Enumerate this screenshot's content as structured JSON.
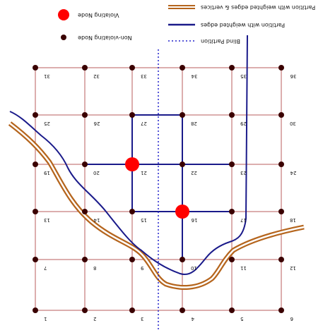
{
  "colors": {
    "grid_edge": "#b85c5c",
    "node": "#3a0000",
    "violating": "#ff0000",
    "blue_partition": "#1a1a8a",
    "orange_partition": "#b5651d",
    "blind_partition": "#2222cc"
  },
  "legend": {
    "violating_node": "Violating Node",
    "non_violating_node": "Non-violating Node",
    "weighted_edges_vertices": "Partition with weighted edges & vertices",
    "weighted_edges": "Partition with weighted edges",
    "blind_partition": "Blind Partition"
  },
  "grid": {
    "rows": [
      [
        "31",
        "32",
        "33",
        "34",
        "35",
        "36"
      ],
      [
        "25",
        "26",
        "27",
        "28",
        "29",
        "30"
      ],
      [
        "19",
        "20",
        "21",
        "22",
        "23",
        "24"
      ],
      [
        "13",
        "14",
        "15",
        "16",
        "17",
        "18"
      ],
      [
        "7",
        "8",
        "9",
        "10",
        "11",
        "12"
      ],
      [
        "1",
        "2",
        "3",
        "4",
        "5",
        "6"
      ]
    ],
    "violating_nodes": [
      "21",
      "16"
    ]
  }
}
